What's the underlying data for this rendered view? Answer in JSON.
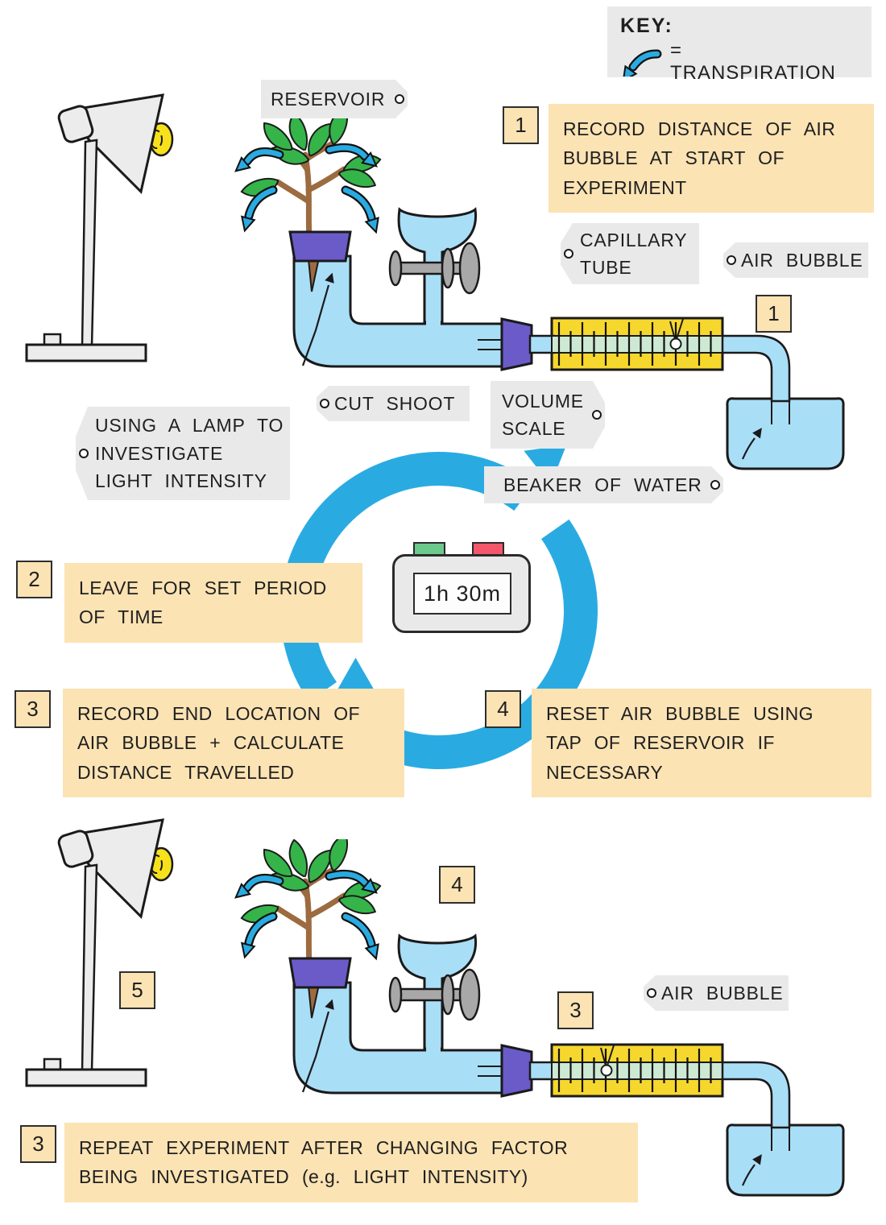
{
  "colors": {
    "accent-blue": "#29abe2",
    "panel-tan": "#fbe3b4",
    "tag-gray": "#e9e9e9",
    "scale-yellow": "#f6d72e",
    "tube-blue": "#a9def7",
    "bung-purple": "#6a5bc9",
    "leaf-green": "#35b44a",
    "timer-green": "#6cc98c",
    "timer-red": "#f4566b"
  },
  "key": {
    "title": "KEY:",
    "entry": "= TRANSPIRATION"
  },
  "tags": {
    "reservoir": "RESERVOIR",
    "capillary_tube": "CAPILLARY TUBE",
    "air_bubble_top": "AIR BUBBLE",
    "cut_shoot": "CUT SHOOT",
    "volume_scale": "VOLUME SCALE",
    "lamp_note": "USING A LAMP TO INVESTIGATE LIGHT INTENSITY",
    "beaker_of_water": "BEAKER OF WATER",
    "air_bubble_bottom": "AIR BUBBLE"
  },
  "steps": [
    {
      "num": "1",
      "text": "RECORD DISTANCE OF AIR BUBBLE AT START OF EXPERIMENT"
    },
    {
      "num": "2",
      "text": "LEAVE FOR SET PERIOD OF TIME"
    },
    {
      "num": "3",
      "text": "RECORD END LOCATION OF AIR BUBBLE + CALCULATE DISTANCE TRAVELLED"
    },
    {
      "num": "4",
      "text": "RESET AIR BUBBLE USING TAP OF RESERVOIR IF NECESSARY"
    },
    {
      "num": "3",
      "text": "REPEAT EXPERIMENT AFTER CHANGING FACTOR BEING INVESTIGATED (e.g. LIGHT INTENSITY)"
    }
  ],
  "marker_badges": {
    "bubble_start": "1",
    "setup2_reservoir": "4",
    "setup2_lamp": "5",
    "setup2_bubble": "3"
  },
  "timer": {
    "display": "1h 30m"
  }
}
